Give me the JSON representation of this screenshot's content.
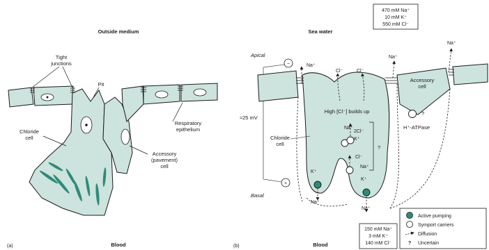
{
  "colors": {
    "cell_fill": "#cde3de",
    "stroke": "#1a1a1a",
    "active_pump": "#2f8a7a",
    "symport": "#ffffff"
  },
  "panel_a": {
    "heading_top": "Outside medium",
    "heading_bottom": "Blood",
    "letter": "(a)",
    "labels": {
      "tight_junctions_1": "Tight",
      "tight_junctions_2": "junctions",
      "pit": "Pit",
      "chloride_cell_1": "Chloride",
      "chloride_cell_2": "cell",
      "respiratory_1": "Respiratory",
      "respiratory_2": "epithelium",
      "accessory_1": "Accessory",
      "accessory_2": "(pavement)",
      "accessory_3": "cell"
    }
  },
  "panel_b": {
    "heading_top": "Sea water",
    "heading_bottom": "Blood",
    "letter": "(b)",
    "seawater_conc": [
      "470 mM Na⁺",
      "10 mM K⁺",
      "550 mM Cl⁻"
    ],
    "blood_conc": [
      "150 mM Na⁺",
      "3 mM K⁺",
      "140 mM Cl⁻"
    ],
    "apical": "Apical",
    "basal": "Basal",
    "voltage": "≈25 mV",
    "minus": "−",
    "plus": "+",
    "high_cl": "High [Cl⁻] builds up",
    "chloride_cell_1": "Chloride",
    "chloride_cell_2": "cell",
    "accessory_1": "Accessory",
    "accessory_2": "cell",
    "h_atpase": "H⁺-ATPase",
    "question": "?",
    "ions": {
      "na_apical_left": "Na⁺",
      "cl_apical_1": "Cl⁻",
      "cl_apical_2": "Cl⁻",
      "na_apical_mid": "Na⁺",
      "na_apical_right": "Na⁺",
      "sym_na": "Na⁺",
      "sym_2cl": "2Cl⁻",
      "sym_k": "K⁺",
      "sym2_cl": "Cl⁻",
      "sym2_na": "Na⁺",
      "k_left": "K⁺",
      "k_right": "K⁺",
      "na_basal_left": "Na⁺",
      "na_basal_mid": "Na⁺"
    },
    "legend": {
      "active": "Active pumping",
      "symport": "Symport carriers",
      "diffusion": "Diffusion",
      "uncertain": "Uncertain",
      "uncertain_mark": "?"
    }
  }
}
